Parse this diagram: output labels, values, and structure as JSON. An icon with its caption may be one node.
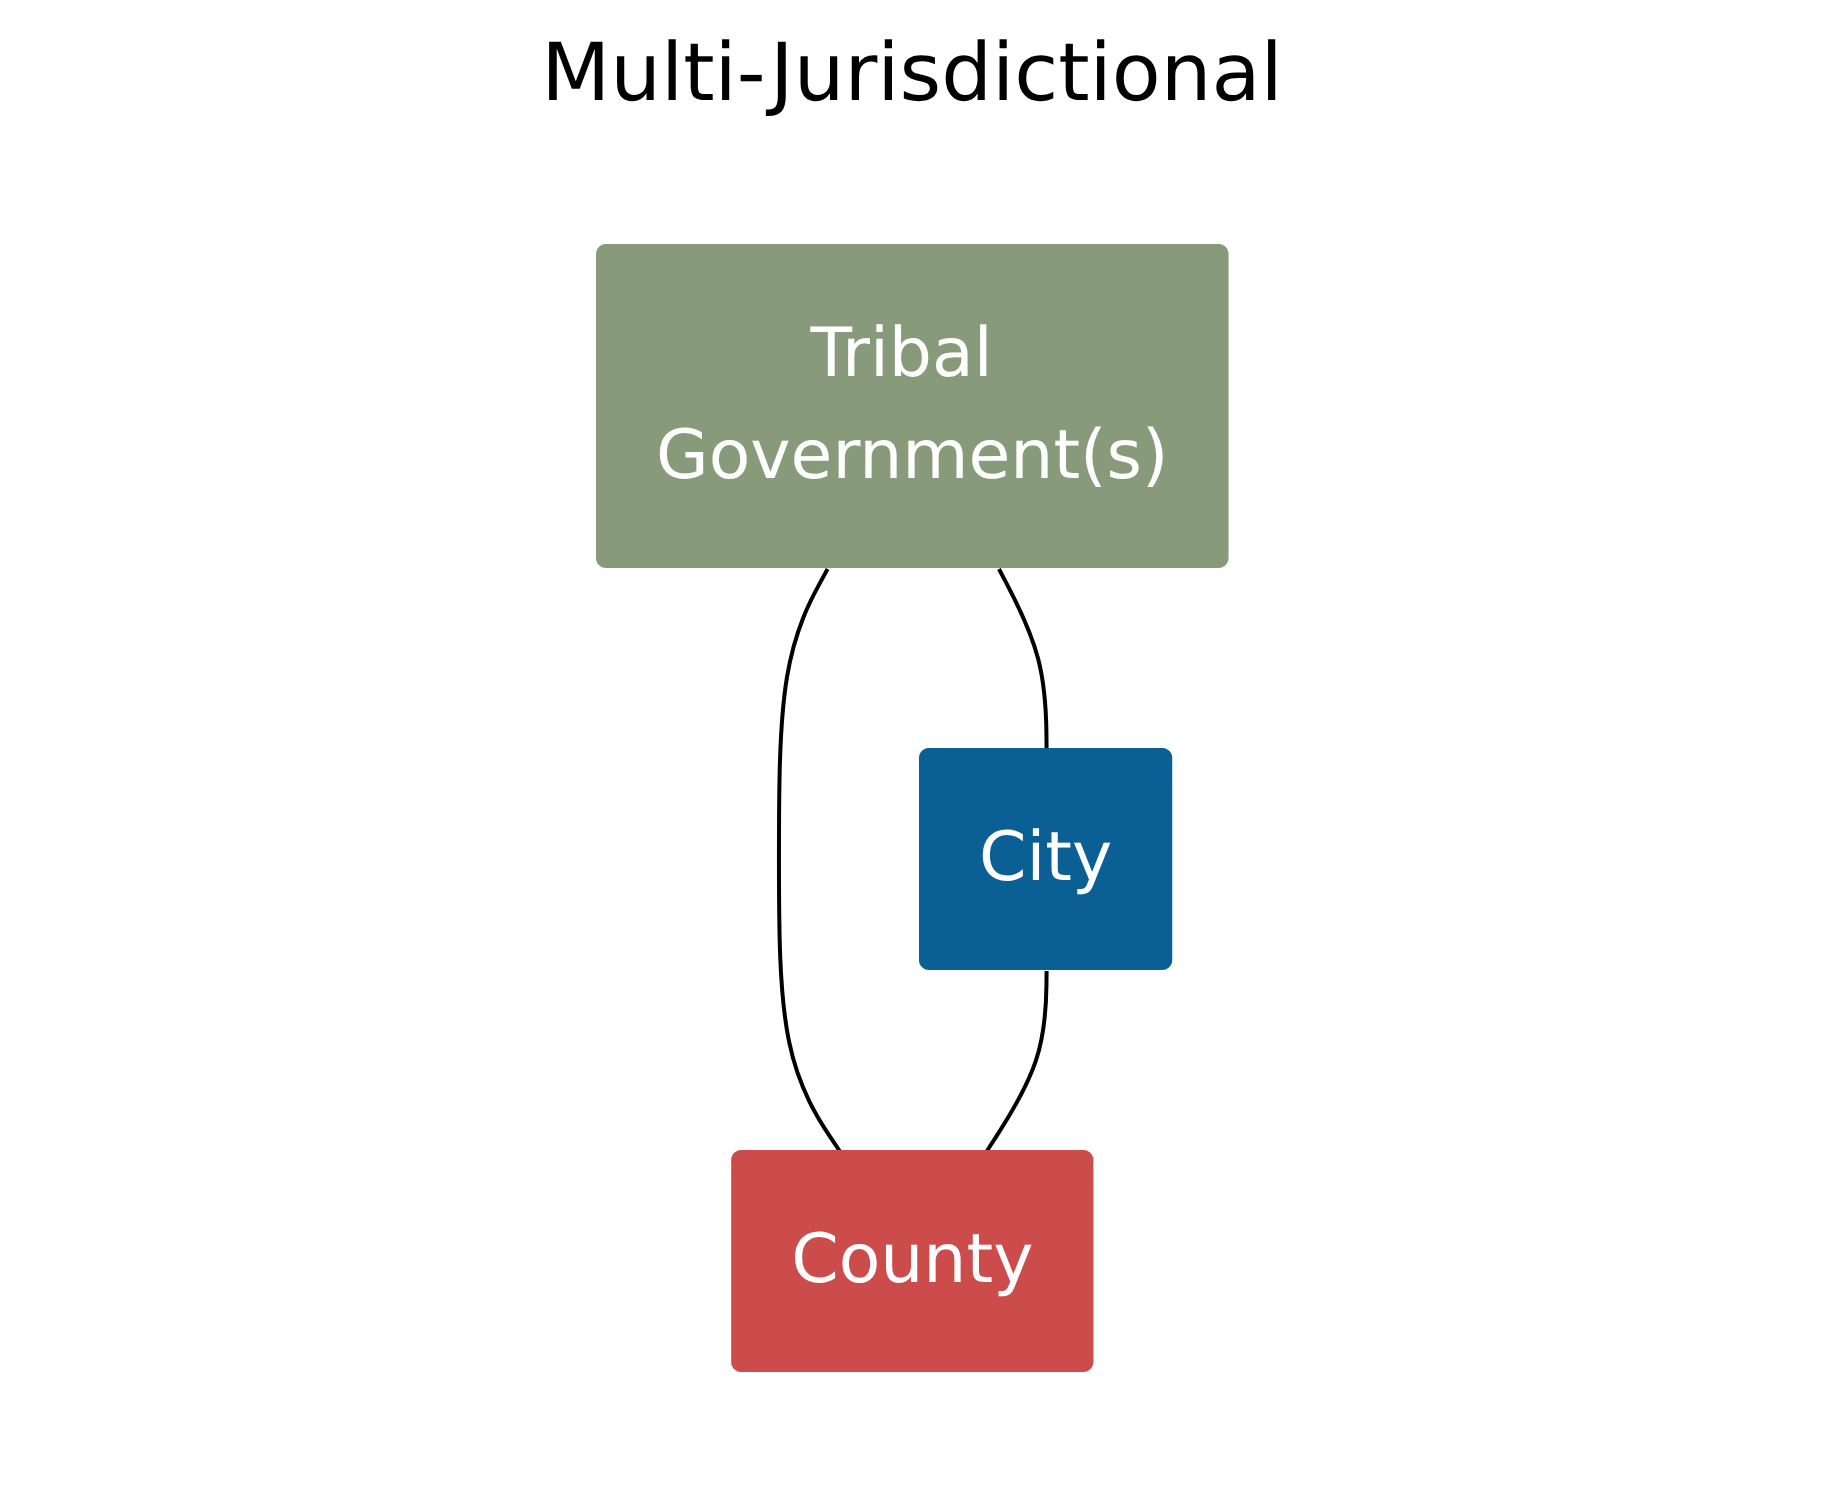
{
  "diagram": {
    "nodes": [
      {
        "text": [
          "Tribal Government(s)"
        ]
      },
      {
        "text": [
          "City"
        ]
      },
      {
        "text": [
          "County"
        ]
      }
    ],
    "edges": [
      {
        "from": 0,
        "to": 1,
        "arrow": "none"
      },
      {
        "from": 0,
        "to": 2,
        "arrow": "none"
      },
      {
        "from": 1,
        "to": 2,
        "arrow": "none"
      }
    ],
    "labels": [
      "Multi-Jurisdictional"
    ]
  }
}
